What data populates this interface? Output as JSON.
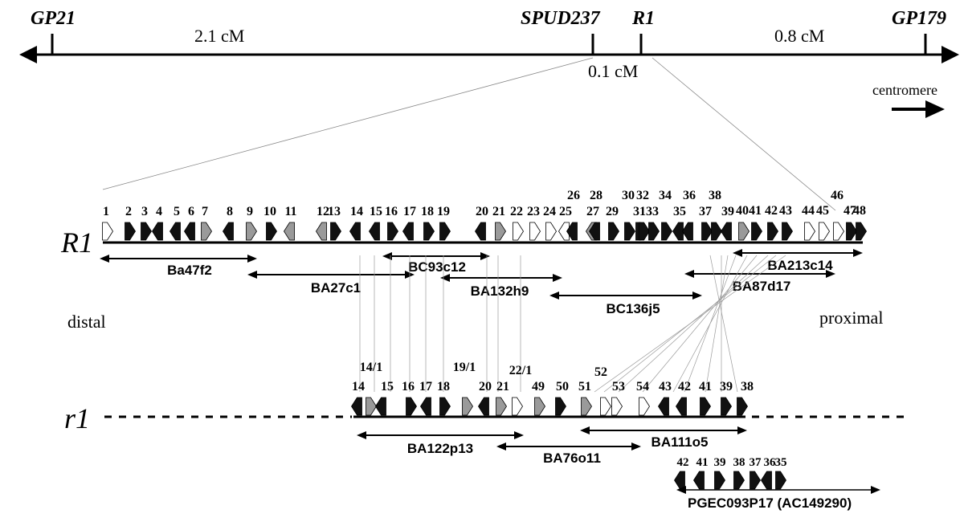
{
  "colors": {
    "ink": "#000000",
    "gene_black": "#111111",
    "gene_gray": "#9a9a9a",
    "gene_white": "#ffffff",
    "guide": "#9a9a9a"
  },
  "markers": {
    "gp21": "GP21",
    "spud237": "SPUD237",
    "r1": "R1",
    "gp179": "GP179"
  },
  "distances": {
    "left": "2.1 cM",
    "middle": "0.1 cM",
    "right": "0.8 cM"
  },
  "centromere": "centromere",
  "orientation": {
    "distal": "distal",
    "proximal": "proximal"
  },
  "rows": {
    "R1": "R1",
    "r1": "r1"
  },
  "R1_genes": {
    "labels": [
      "1",
      "2",
      "3",
      "4",
      "5",
      "6",
      "7",
      "8",
      "9",
      "10",
      "11",
      "12",
      "13",
      "14",
      "15",
      "16",
      "17",
      "18",
      "19",
      "20",
      "21",
      "22",
      "23",
      "24",
      "25",
      "26",
      "27",
      "28",
      "29",
      "30",
      "31",
      "32",
      "33",
      "34",
      "35",
      "36",
      "37",
      "38",
      "39",
      "40",
      "41",
      "42",
      "43",
      "44",
      "45",
      "46",
      "47",
      "48"
    ],
    "kinds": [
      "w",
      "b",
      "b",
      "b",
      "b",
      "b",
      "g",
      "b",
      "g",
      "b",
      "g",
      "g",
      "b",
      "b",
      "b",
      "b",
      "b",
      "b",
      "b",
      "b",
      "g",
      "w",
      "w",
      "w",
      "w",
      "b",
      "g",
      "b",
      "b",
      "b",
      "b",
      "b",
      "b",
      "b",
      "b",
      "b",
      "b",
      "b",
      "b",
      "g",
      "b",
      "b",
      "b",
      "w",
      "w",
      "w",
      "b",
      "b"
    ]
  },
  "R1_bacs": [
    "Ba47f2",
    "BA27c1",
    "BC93c12",
    "BA132h9",
    "BC136j5",
    "BA213c14",
    "BA87d17"
  ],
  "r1_genes": {
    "labels": [
      "14",
      "14/1",
      "15",
      "16",
      "17",
      "18",
      "19/1",
      "20",
      "21",
      "22/1",
      "49",
      "50",
      "51",
      "52",
      "53",
      "54",
      "43",
      "42",
      "41",
      "39",
      "38"
    ],
    "kinds": [
      "b",
      "g",
      "b",
      "b",
      "b",
      "b",
      "g",
      "b",
      "g",
      "w",
      "g",
      "b",
      "g",
      "w",
      "w",
      "w",
      "b",
      "b",
      "b",
      "b",
      "b"
    ]
  },
  "r1_bacs": [
    "BA122p13",
    "BA76o11",
    "BA111o5"
  ],
  "pgec": {
    "labels": [
      "42",
      "41",
      "39",
      "38",
      "37",
      "36",
      "35"
    ],
    "kinds": [
      "b",
      "b",
      "b",
      "b",
      "b",
      "b",
      "b"
    ],
    "clone": "PGEC093P17 (AC149290)"
  }
}
